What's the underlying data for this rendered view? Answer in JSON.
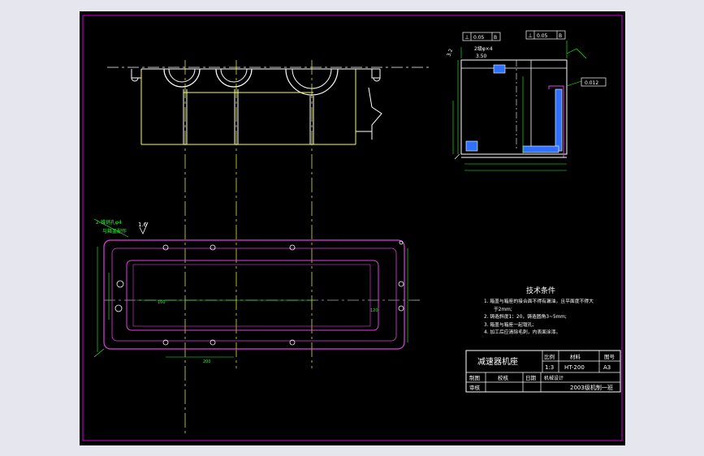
{
  "colors": {
    "frame": "#d400d4",
    "white": "#ffffff",
    "yellow": "#ffff40",
    "green": "#20ff20",
    "magenta": "#e040e0",
    "blue": "#4050ff",
    "hatch": "#3070ff"
  },
  "side_view": {
    "tolerance_frame_1": [
      "⊥",
      "0.05",
      "B"
    ],
    "tolerance_frame_2": [
      "⊥",
      "0.05",
      "B"
    ],
    "dim_labels": [
      "2级φ×4",
      "3.2",
      "3.50",
      "0.012"
    ]
  },
  "plan_view": {
    "note_line_1": "2-锥销孔φ4",
    "note_line_2": "与箱盖配作",
    "roughness": "1.6",
    "dim_inner": "100",
    "dim_bottom": "200",
    "dim_right": "120"
  },
  "tech_requirements": {
    "title": "技术条件",
    "items": [
      "1. 箱盖与箱座的接合面不得有漏油，且平面度不得大",
      "于2mm;",
      "2. 铸造斜度1：20，铸造圆角3~5mm;",
      "3. 箱盖与箱座一起镗孔;",
      "4. 加工后应清除毛刺，内表面涂漆。"
    ]
  },
  "title_block": {
    "part_name": "减速器机座",
    "col_scale": "比例",
    "col_material": "材料",
    "col_drawing_no": "图号",
    "scale": "1:3",
    "material": "HT-200",
    "drawing_no": "A3",
    "drawn_by": "制图",
    "checked_by": "校核",
    "date_label": "日期",
    "reviewed_by": "审核",
    "school": "机械设计",
    "class_code": "2003级机制一班"
  }
}
